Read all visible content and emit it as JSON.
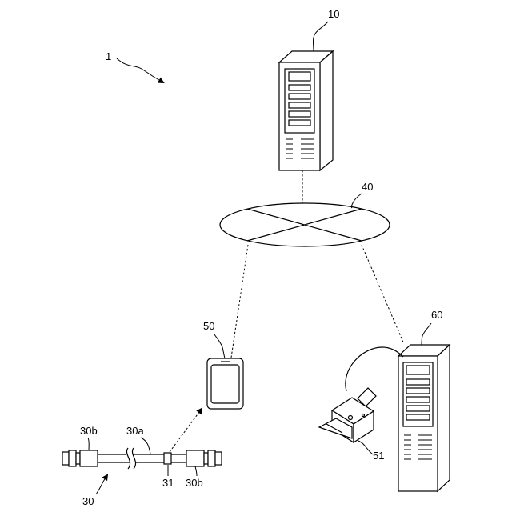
{
  "labels": {
    "system": "1",
    "server": "10",
    "cable": "30",
    "cable_body": "30a",
    "connector_left": "30b",
    "connector_right": "30b",
    "tag": "31",
    "network": "40",
    "terminal": "50",
    "printer": "51",
    "management_server": "60"
  }
}
